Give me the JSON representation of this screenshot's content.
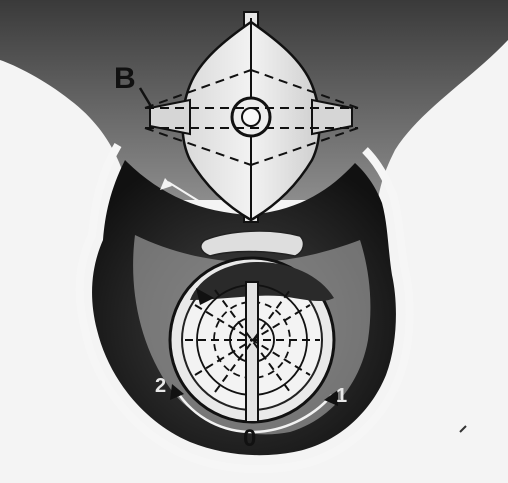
{
  "labels": {
    "b": "B",
    "zero": "0",
    "one": "1",
    "two": "2"
  },
  "colors": {
    "paper": "#f4f4f4",
    "ink": "#111111",
    "dark_shade": "#2a2a2a",
    "mid_shade": "#8a8a8a",
    "light": "#e8e8e8"
  }
}
